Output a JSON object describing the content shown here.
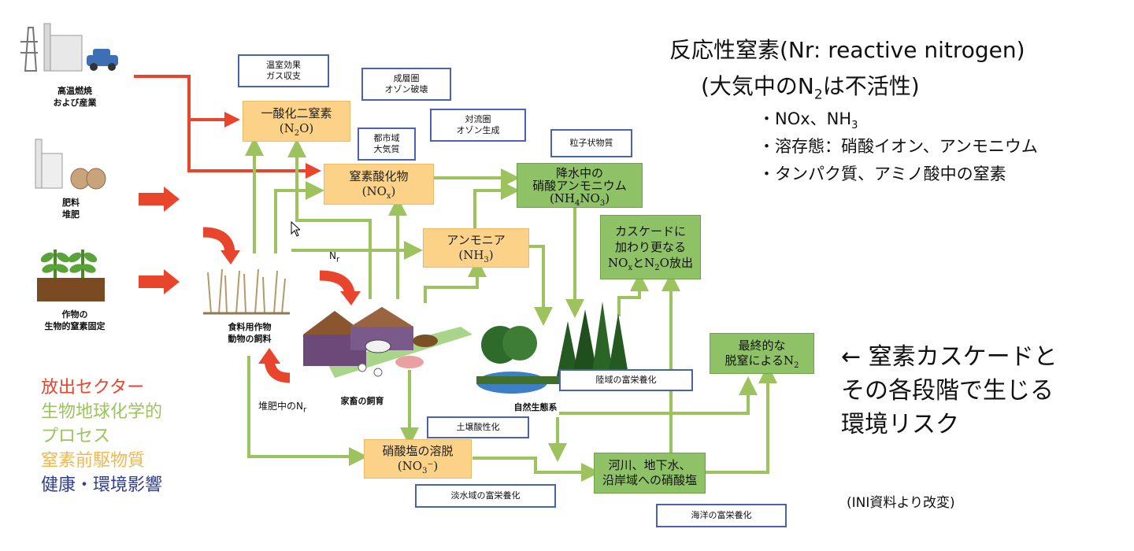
{
  "title": {
    "line1": "反応性窒素(Nr: reactive nitrogen)",
    "line2_pre": "(大気中のN",
    "line2_sub": "2",
    "line2_post": "は不活性)"
  },
  "bullets": [
    {
      "pre": "・NOx、NH",
      "sub": "3",
      "post": ""
    },
    {
      "pre": "・溶存態：硝酸イオン、アンモニウム",
      "sub": "",
      "post": ""
    },
    {
      "pre": "・タンパク質、アミノ酸中の窒素",
      "sub": "",
      "post": ""
    }
  ],
  "legend": {
    "emission": "放出セクター",
    "bio_1": "生物地球化学的",
    "bio_2": "プロセス",
    "precursor": "窒素前駆物質",
    "impact": "健康・環境影響",
    "colors": {
      "emission": "#e8452c",
      "bio": "#9cc35e",
      "precursor": "#f2b84b",
      "impact": "#2f3f8f"
    }
  },
  "cascade_note": {
    "line1": "← 窒素カスケードと",
    "line2": "その各段階で生じる",
    "line3": "環境リスク"
  },
  "source": "(INI資料より改変)",
  "sources": {
    "combustion_1": "高温燃焼",
    "combustion_2": "および産業",
    "fertilizer_1": "肥料",
    "fertilizer_2": "堆肥",
    "crop_1": "作物の",
    "crop_2": "生物的窒素固定"
  },
  "scene_labels": {
    "food_1": "食料用作物",
    "food_2": "動物の飼料",
    "livestock": "家畜の飼育",
    "ecosystem": "自然生態系",
    "manure_pre": "堆肥中のN",
    "manure_sub": "r",
    "nr_pre": "N",
    "nr_sub": "r"
  },
  "orange_boxes": {
    "n2o_1": "一酸化二窒素",
    "n2o_2_pre": "(N",
    "n2o_2_sub": "2",
    "n2o_2_post": "O)",
    "nox_1": "窒素酸化物",
    "nox_2_pre": "(NO",
    "nox_2_sub": "x",
    "nox_2_post": ")",
    "nh3_1": "アンモニア",
    "nh3_2_pre": "(NH",
    "nh3_2_sub": "3",
    "nh3_2_post": ")",
    "no3_1": "硝酸塩の溶脱",
    "no3_2_pre": "(NO",
    "no3_2_sub": "3",
    "no3_2_post": "⁻)"
  },
  "green_boxes": {
    "rain_1": "降水中の",
    "rain_2": "硝酸アンモニウム",
    "rain_3_pre": "(NH",
    "rain_3_sub1": "4",
    "rain_3_mid": "NO",
    "rain_3_sub2": "3",
    "rain_3_post": ")",
    "cascade_1": "カスケードに",
    "cascade_2": "加わり更なる",
    "cascade_3_a": "NO",
    "cascade_3_sub1": "x",
    "cascade_3_b": "とN",
    "cascade_3_sub2": "2",
    "cascade_3_c": "O放出",
    "final_1": "最終的な",
    "final_2_pre": "脱窒によるN",
    "final_2_sub": "2",
    "river_1": "河川、地下水、",
    "river_2": "沿岸域への硝酸塩"
  },
  "blue_boxes": {
    "greenhouse_1": "温室効果",
    "greenhouse_2": "ガス収支",
    "strat_1": "成層圏",
    "strat_2": "オゾン破壊",
    "urban_1": "都市域",
    "urban_2": "大気質",
    "trop_1": "対流圏",
    "trop_2": "オゾン生成",
    "particulate": "粒子状物質",
    "land_eutro": "陸域の富栄養化",
    "soil_acid": "土壌酸性化",
    "fresh_eutro": "淡水域の富栄養化",
    "ocean_eutro": "海洋の富栄養化"
  }
}
